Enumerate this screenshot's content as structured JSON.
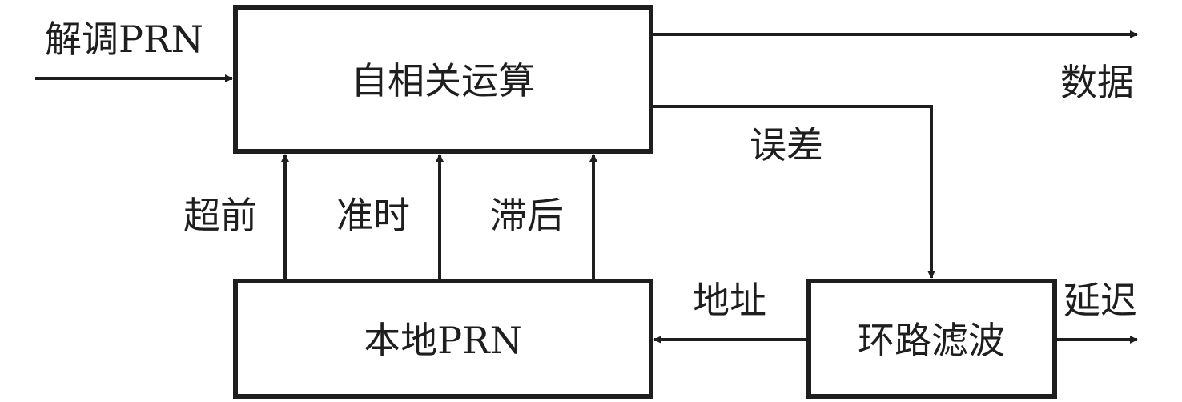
{
  "blocks": {
    "autocorrelation": "自相关运算",
    "local_prn": "本地PRN",
    "loop_filter": "环路滤波"
  },
  "signals": {
    "input": "解调PRN",
    "data_out": "数据",
    "error": "误差",
    "early": "超前",
    "prompt": "准时",
    "late": "滞后",
    "address": "地址",
    "delay_out": "延迟"
  },
  "colors": {
    "stroke": "#1e1e1e",
    "background": "#ffffff"
  }
}
